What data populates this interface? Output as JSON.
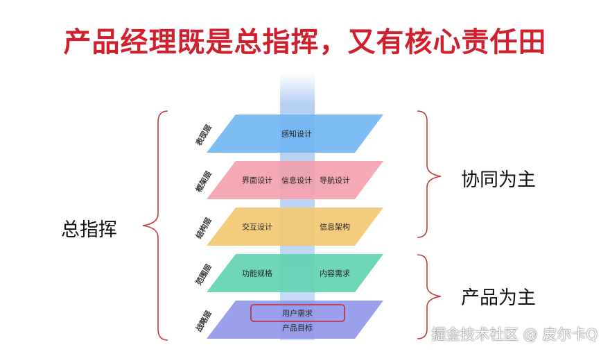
{
  "title": "产品经理既是总指挥，又有核心责任田",
  "colors": {
    "title": "#d0202e",
    "brace": "#c43a3a",
    "pillar": "#8fb4e6",
    "highlight_box": "#c0282f"
  },
  "left_label": "总指挥",
  "right_labels": {
    "top": "协同为主",
    "bottom": "产品为主"
  },
  "layers": [
    {
      "name": "表现层",
      "color": "#6fb6f2",
      "items": [
        "感知设计"
      ]
    },
    {
      "name": "框架层",
      "color": "#f4a0ac",
      "items": [
        "界面设计",
        "信息设计",
        "导航设计"
      ]
    },
    {
      "name": "结构层",
      "color": "#f2c86f",
      "items": [
        "交互设计",
        "信息架构"
      ]
    },
    {
      "name": "范围层",
      "color": "#5fd3b0",
      "items": [
        "功能规格",
        "内容需求"
      ]
    },
    {
      "name": "战略层",
      "color": "#8f96ea",
      "items": [
        "用户需求",
        "产品目标"
      ]
    }
  ],
  "watermark": "掘金技术社区 @ 皮尔卡Q"
}
